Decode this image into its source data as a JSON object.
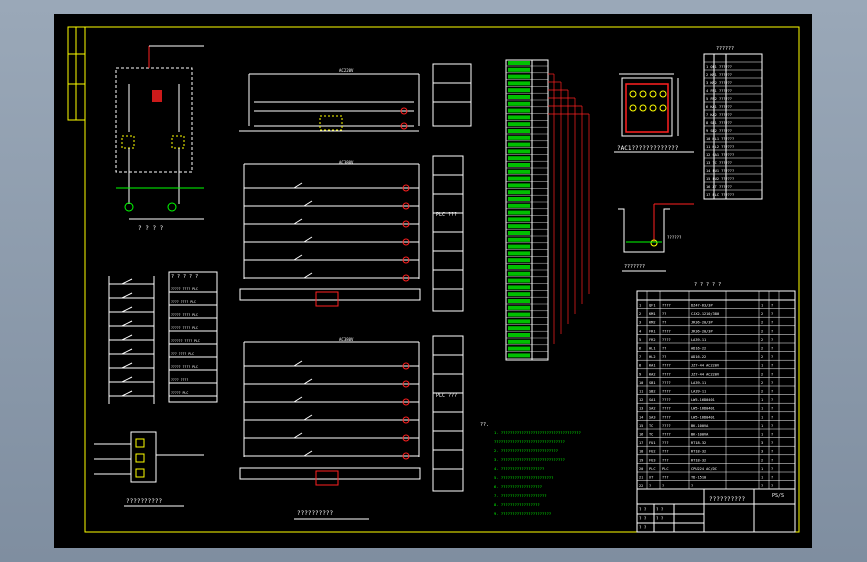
{
  "colors": {
    "viewport_bg": "#8594a6",
    "paper": "#000000",
    "frame": "#ffff00",
    "wire": "#ffffff",
    "green": "#00ff00",
    "red": "#ff2020",
    "yellow": "#ffff00"
  },
  "drawing": {
    "sec1_title": "? ? ? ?",
    "sec2_title": "??????????",
    "sec3_title": "??????????",
    "sec4_title": "?AC1?????????????",
    "sec5_title": "???????",
    "sec6_title": "??????",
    "sec7_title": "? ? ? ? ?",
    "v1": "AC220V",
    "v2": "AC380V",
    "v3": "AC380V",
    "pump_label": "??????",
    "plc_label": "PLC ???",
    "plc_label2": "PLC ???",
    "notes_head": "??.",
    "notes": [
      "1. ???????????????????????????????????",
      "   ???????????????????????????????",
      "2. ?????????????????????????",
      "3. ????????????????????????????",
      "4. ???????????????????",
      "5. ???????????????????????",
      "6. ??????????????????",
      "7. ????????????????????",
      "8. ?????????????????",
      "9. ??????????????????????"
    ],
    "title_block": {
      "title": "??????????",
      "company": "PS/S",
      "rows": [
        "? ?",
        "? ?",
        "? ?",
        "? ?",
        "? ?"
      ]
    },
    "bom_rows": [
      [
        "1",
        "QF1",
        "????",
        "DZ47-63/3P",
        "1",
        "?"
      ],
      [
        "2",
        "KM1",
        "??",
        "CJX2-1210/380",
        "2",
        "?"
      ],
      [
        "3",
        "KM2",
        "??",
        "JR36-20/3P",
        "2",
        "?"
      ],
      [
        "4",
        "FR1",
        "????",
        "JR36-20/3P",
        "2",
        "?"
      ],
      [
        "5",
        "FR2",
        "????",
        "LA39-11",
        "2",
        "?"
      ],
      [
        "6",
        "HL1",
        "??",
        "AD16-22",
        "2",
        "?"
      ],
      [
        "7",
        "HL2",
        "??",
        "AD16-22",
        "2",
        "?"
      ],
      [
        "8",
        "KA1",
        "????",
        "JZ7-44 AC220V",
        "1",
        "?"
      ],
      [
        "9",
        "KA2",
        "????",
        "JZ7-44 AC220V",
        "2",
        "?"
      ],
      [
        "10",
        "SB1",
        "????",
        "LA39-11",
        "2",
        "?"
      ],
      [
        "11",
        "SB2",
        "????",
        "LA39-11",
        "2",
        "?"
      ],
      [
        "12",
        "SA1",
        "????",
        "LW5-16D0401",
        "1",
        "?"
      ],
      [
        "13",
        "SA2",
        "????",
        "LW5-16D0401",
        "1",
        "?"
      ],
      [
        "14",
        "SA3",
        "????",
        "LW5-16D0401",
        "1",
        "?"
      ],
      [
        "15",
        "TC",
        "????",
        "BK-100VA",
        "1",
        "?"
      ],
      [
        "16",
        "TC",
        "????",
        "BK-100VA",
        "1",
        "?"
      ],
      [
        "17",
        "FU1",
        "???",
        "RT18-32",
        "3",
        "?"
      ],
      [
        "18",
        "FU2",
        "???",
        "RT18-32",
        "3",
        "?"
      ],
      [
        "19",
        "FU3",
        "???",
        "RT18-32",
        "2",
        "?"
      ],
      [
        "20",
        "PLC",
        "PLC",
        "CPU224 AC/DC",
        "1",
        "?"
      ],
      [
        "21",
        "XT",
        "???",
        "TD-1510",
        "1",
        "?"
      ],
      [
        "22",
        "?",
        "?",
        "?",
        "?",
        "?"
      ]
    ],
    "side_table_rows": [
      "1 QF1 ??????",
      "2 KM1 ??????",
      "3 KM2 ??????",
      "4 FR1 ??????",
      "5 FR2 ??????",
      "6 KA1 ??????",
      "7 KA2 ??????",
      "8 SB1 ??????",
      "9 SB2 ??????",
      "10 HL1 ??????",
      "11 HL2 ??????",
      "12 SA1 ??????",
      "13 TC ??????",
      "14 FU1 ??????",
      "15 FU2 ??????",
      "16 XT ??????",
      "17 PLC ??????"
    ],
    "side_table_head": "??????",
    "legend_rows": [
      "????? ???? PLC",
      "???? ???? PLC",
      "????? ???? PLC",
      "????? ???? PLC",
      "?????? ???? PLC",
      "??? ???? PLC",
      "????? ???? PLC",
      "???? ????",
      "????? PLC"
    ],
    "legend_head": "? ? ? ? ?",
    "term_rows": 44
  }
}
